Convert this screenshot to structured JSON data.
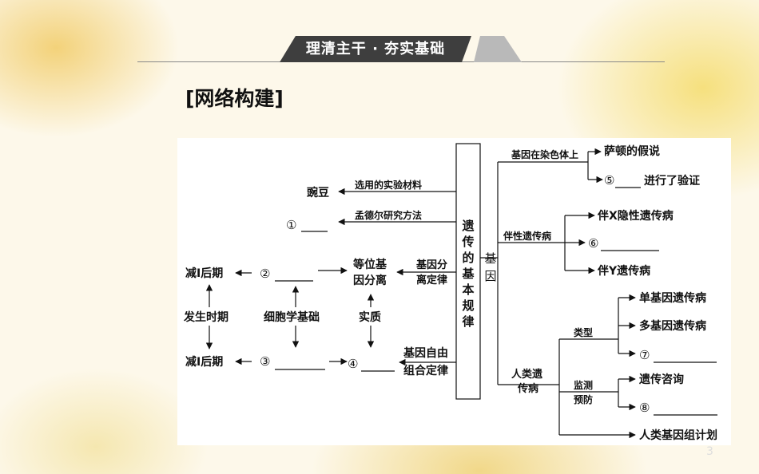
{
  "banner": "理清主干 · 夯实基础",
  "heading": "[网络构建]",
  "page_number": "3",
  "diagram": {
    "center_box": "遗传的基本规律",
    "gene": "基因",
    "wandou": "豌豆",
    "label_material": "选用的实验材料",
    "label_method": "孟德尔研究方法",
    "blank1": "①",
    "left_top": "减Ⅰ后期",
    "blank2": "②",
    "equal_allele_1": "等位基",
    "equal_allele_2": "因分离",
    "seg_law_1": "基因分",
    "seg_law_2": "离定律",
    "fashengshiqi": "发生时期",
    "cell_basis": "细胞学基础",
    "shizhi": "实质",
    "left_bottom": "减Ⅰ后期",
    "blank3": "③",
    "blank4": "④",
    "free_law_1": "基因自由",
    "free_law_2": "组合定律",
    "gene_on_chrom": "基因在染色体上",
    "sutton": "萨顿的假说",
    "blank5": "⑤",
    "verified": "进行了验证",
    "sexlinked": "伴性遗传病",
    "x_recessive": "伴X隐性遗传病",
    "blank6": "⑥",
    "y_linked": "伴Y遗传病",
    "human_disease_1": "人类遗",
    "human_disease_2": "传病",
    "types": "类型",
    "single_gene": "单基因遗传病",
    "multi_gene": "多基因遗传病",
    "blank7": "⑦",
    "monitor_1": "监测",
    "monitor_2": "预防",
    "counseling": "遗传咨询",
    "blank8": "⑧",
    "hgp": "人类基因组计划"
  }
}
